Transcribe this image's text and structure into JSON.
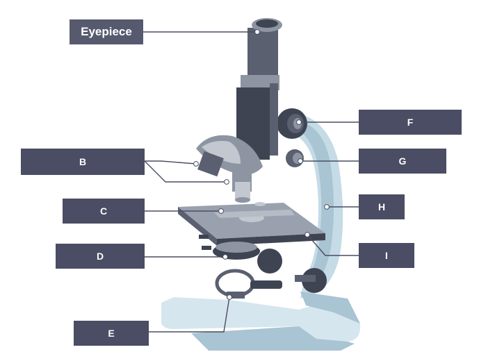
{
  "diagram": {
    "labels": {
      "eyepiece": "Eyepiece",
      "b": "B",
      "c": "C",
      "d": "D",
      "e": "E",
      "f": "F",
      "g": "G",
      "h": "H",
      "i": "I"
    },
    "colors": {
      "label_box": "#4a4d63",
      "leader_line": "#4a4d63",
      "arm_light": "#c5dbe6",
      "arm_shade": "#a9c4d2",
      "base_light": "#d6e6ee",
      "metal_dark": "#3f4453",
      "metal_mid": "#5a6070",
      "metal_light": "#8d94a2",
      "stage_top": "#9aa1ae",
      "marker_dot": "#ffffff"
    }
  }
}
